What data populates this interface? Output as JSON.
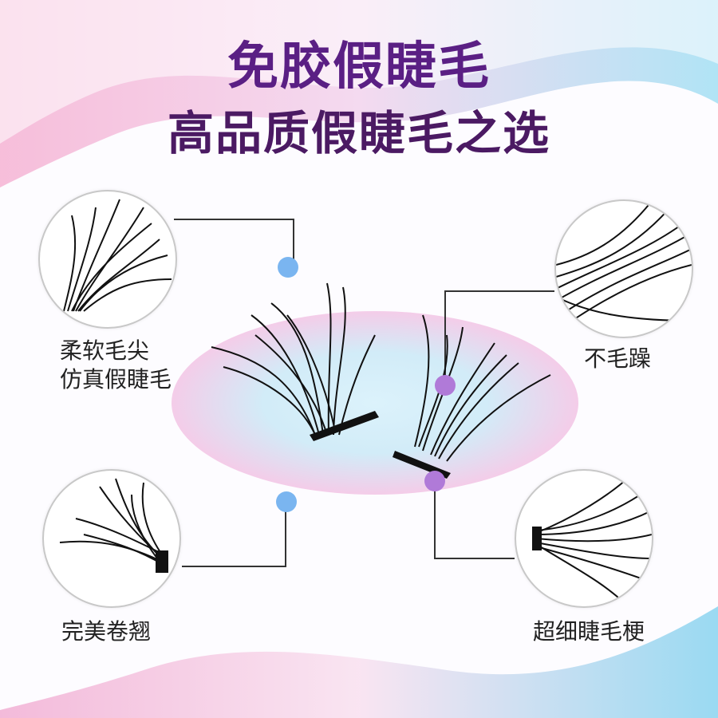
{
  "title_line1": "免胶假睫毛",
  "title_line2": "高品质假睫毛之选",
  "features": {
    "top_left": "柔软毛尖",
    "top_left_line2": "仿真假睫毛",
    "top_right": "不毛躁",
    "bottom_left": "完美卷翘",
    "bottom_right": "超细睫毛梗"
  },
  "colors": {
    "title": "#5a1f84",
    "dot_blue": "#7ab5f0",
    "dot_purple": "#b07ad8",
    "wave_pink": "#f7b8da",
    "wave_blue": "#a9e2f3"
  }
}
